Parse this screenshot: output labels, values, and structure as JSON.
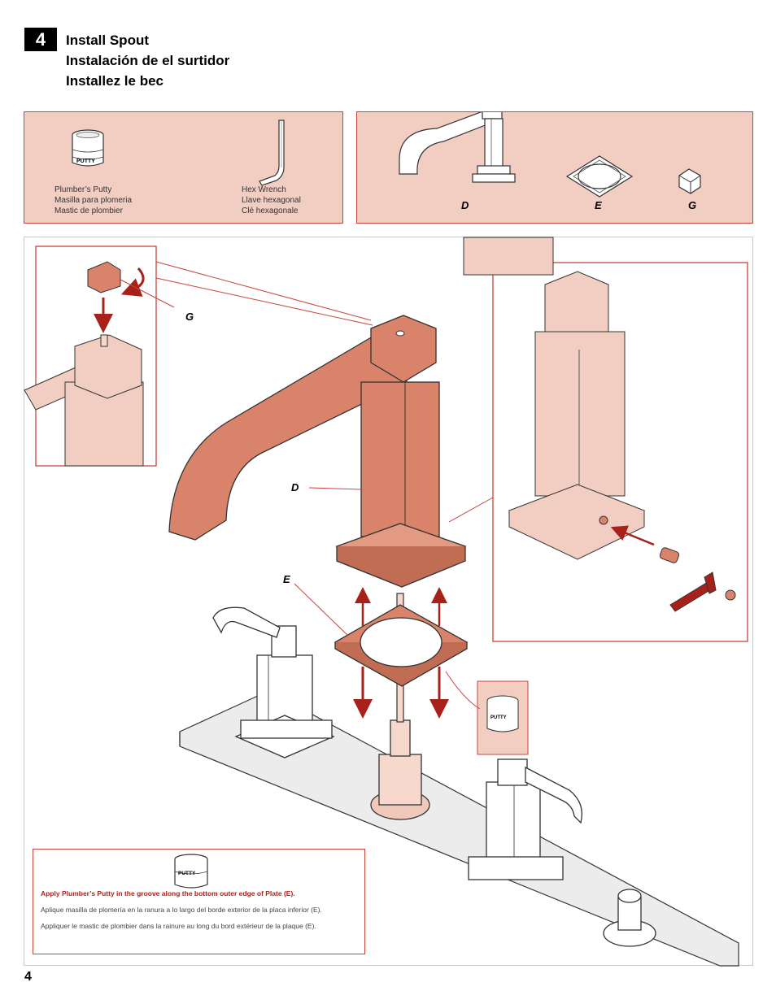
{
  "step": {
    "number": "4"
  },
  "title": {
    "en": "Install Spout",
    "es": "Instalación de el surtidor",
    "fr": "Installez le bec"
  },
  "tools": [
    {
      "name": "putty-jar",
      "icon": "putty-jar-icon",
      "label_en": "Plumber’s Putty",
      "label_es": "Masilla para plomeria",
      "label_fr": "Mastic de plombier"
    },
    {
      "name": "hex-wrench",
      "icon": "hex-wrench-icon",
      "label_en": "Hex Wrench",
      "label_es": "Llave hexagonal",
      "label_fr": "Clé hexagonale"
    }
  ],
  "putty_jar_text": "PUTTY",
  "parts": [
    {
      "letter": "D",
      "icon": "spout-icon"
    },
    {
      "letter": "E",
      "icon": "plate-icon"
    },
    {
      "letter": "G",
      "icon": "cap-icon"
    }
  ],
  "callouts": {
    "g": "G",
    "d": "D",
    "e": "E"
  },
  "note": {
    "en": "Apply Plumber’s Putty in the groove along the bottom outer edge of Plate (E).",
    "es": "Aplique masilla de plomería en la ranura a lo largo del borde exterior de la placa inferior (E).",
    "fr": "Appliquer le mastic de plombier dans la rainure au long du bord extérieur de la plaque (E)."
  },
  "page_number": "4",
  "colors": {
    "accent": "#c8453a",
    "panel_fill": "#f2cdc2",
    "part_fill": "#d9846a",
    "arrow": "#a8201a"
  }
}
